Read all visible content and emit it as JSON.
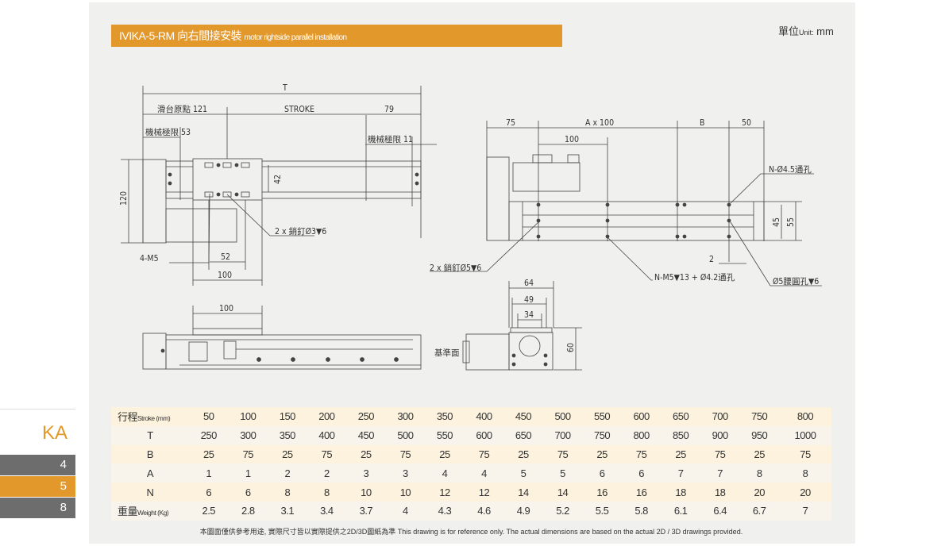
{
  "header": {
    "title": "IVIKA-5-RM 向右間接安裝",
    "title_en": "motor rightside parallel installation",
    "unit_label": "單位",
    "unit_en": "Unit:",
    "unit_value": "mm"
  },
  "sidebar": {
    "series": "KA",
    "tabs": [
      {
        "label": "4",
        "active": false
      },
      {
        "label": "5",
        "active": true
      },
      {
        "label": "8",
        "active": false
      }
    ]
  },
  "colors": {
    "accent": "#e3982b",
    "tab_gray": "#6d6d6d",
    "panel": "#f0f0ef"
  },
  "drawing": {
    "top": {
      "T": "T",
      "origin": "滑台原點 121",
      "stroke": "STROKE",
      "end": "79",
      "limit_left": "機械極限 53",
      "limit_right": "機械極限 11",
      "height": "120",
      "rail": "42",
      "pin": "2 x 銷釘Ø3▼6",
      "m5": "4-M5",
      "d52": "52",
      "d100": "100"
    },
    "side": {
      "d75": "75",
      "ax100": "A x 100",
      "b": "B",
      "d50": "50",
      "d100": "100",
      "hole": "N-Ø4.5通孔",
      "pin": "2 x 銷釘Ø5▼6",
      "m5": "N-M5▼13 + Ø4.2通孔",
      "slot": "Ø5腰圓孔▼6",
      "d2": "2",
      "d45": "45",
      "d55": "55"
    },
    "end": {
      "d64": "64",
      "d49": "49",
      "d34": "34",
      "d60": "60",
      "datum": "基準面"
    },
    "front": {
      "d100": "100"
    }
  },
  "table": {
    "rows": [
      {
        "label": "行程",
        "sub": "Stroke (mm)",
        "values": [
          "50",
          "100",
          "150",
          "200",
          "250",
          "300",
          "350",
          "400",
          "450",
          "500",
          "550",
          "600",
          "650",
          "700",
          "750",
          "800"
        ]
      },
      {
        "label": "T",
        "sub": "",
        "values": [
          "250",
          "300",
          "350",
          "400",
          "450",
          "500",
          "550",
          "600",
          "650",
          "700",
          "750",
          "800",
          "850",
          "900",
          "950",
          "1000"
        ]
      },
      {
        "label": "B",
        "sub": "",
        "values": [
          "25",
          "75",
          "25",
          "75",
          "25",
          "75",
          "25",
          "75",
          "25",
          "75",
          "25",
          "75",
          "25",
          "75",
          "25",
          "75"
        ]
      },
      {
        "label": "A",
        "sub": "",
        "values": [
          "1",
          "1",
          "2",
          "2",
          "3",
          "3",
          "4",
          "4",
          "5",
          "5",
          "6",
          "6",
          "7",
          "7",
          "8",
          "8"
        ]
      },
      {
        "label": "N",
        "sub": "",
        "values": [
          "6",
          "6",
          "8",
          "8",
          "10",
          "10",
          "12",
          "12",
          "14",
          "14",
          "16",
          "16",
          "18",
          "18",
          "20",
          "20"
        ]
      },
      {
        "label": "重量",
        "sub": "Weight (Kg)",
        "values": [
          "2.5",
          "2.8",
          "3.1",
          "3.4",
          "3.7",
          "4",
          "4.3",
          "4.6",
          "4.9",
          "5.2",
          "5.5",
          "5.8",
          "6.1",
          "6.4",
          "6.7",
          "7"
        ]
      }
    ]
  },
  "footnote": "本圖面僅供參考用途, 實際尺寸皆以實際提供之2D/3D圖紙為準 This drawing is for reference only. The actual dimensions are based on the actual 2D / 3D drawings provided."
}
